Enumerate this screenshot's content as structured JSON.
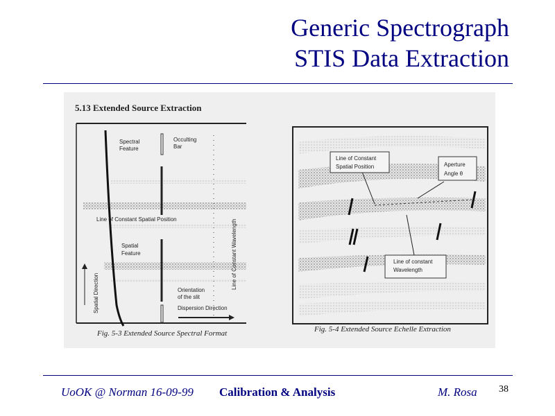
{
  "slide": {
    "title_line1": "Generic Spectrograph",
    "title_line2": "STIS Data Extraction",
    "page_number": "38"
  },
  "figure": {
    "section_heading": "5.13 Extended Source Extraction",
    "left": {
      "caption": "Fig. 5-3  Extended Source Spectral Format",
      "labels": {
        "spectral_feature_1": "Spectral",
        "spectral_feature_2": "Feature",
        "occulting_bar_1": "Occulting",
        "occulting_bar_2": "Bar",
        "line_constant_spatial": "Line of Constant Spatial Position",
        "spatial_feature_1": "Spatial",
        "spatial_feature_2": "Feature",
        "line_constant_wavelength": "Line of Constant Wavelength",
        "spatial_direction": "Spatial Direction",
        "orientation_1": "Orientation",
        "orientation_2": "of the slit",
        "dispersion_direction": "Dispersion Direction"
      }
    },
    "right": {
      "caption": "Fig. 5-4 Extended Source Echelle Extraction",
      "labels": {
        "const_spatial_1": "Line of Constant",
        "const_spatial_2": "Spatial Position",
        "aperture_1": "Aperture",
        "aperture_2": "Angle   θ",
        "const_wave_1": "Line of constant",
        "const_wave_2": "Wavelength"
      }
    }
  },
  "footer": {
    "venue": "UoOK @ Norman  16-09-99",
    "topic": "Calibration & Analysis",
    "author": "M. Rosa"
  }
}
